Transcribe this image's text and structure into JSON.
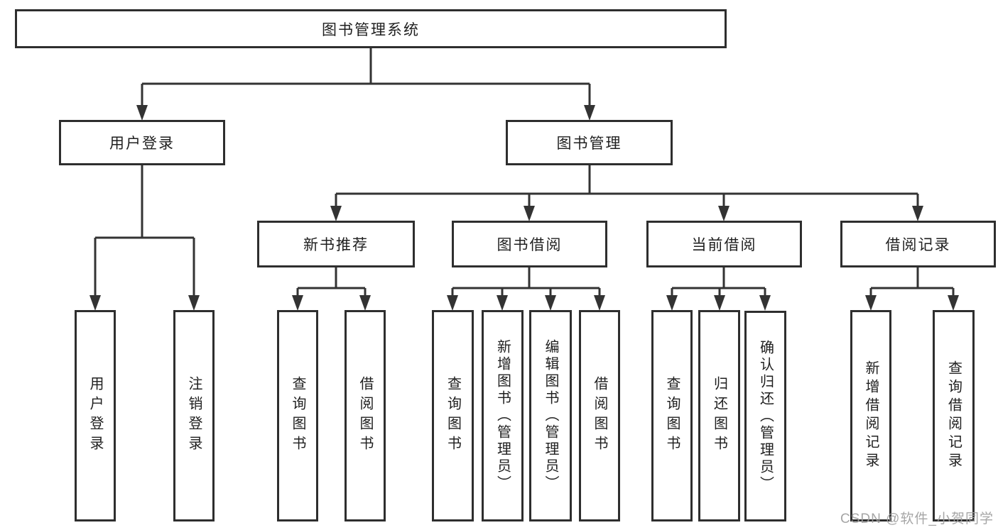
{
  "title": "图书管理系统",
  "nodes": {
    "root": {
      "label": "图书管理系统"
    },
    "level2": {
      "user_login": {
        "label": "用户登录"
      },
      "book_management": {
        "label": "图书管理"
      }
    },
    "level3": {
      "new_book_recommend": {
        "label": "新书推荐"
      },
      "book_borrowing": {
        "label": "图书借阅"
      },
      "current_borrowing": {
        "label": "当前借阅"
      },
      "borrowing_records": {
        "label": "借阅记录"
      }
    },
    "leaves": {
      "user_login": {
        "label": "用户登录"
      },
      "logout": {
        "label": "注销登录"
      },
      "recommend_query_books": {
        "label": "查询图书"
      },
      "recommend_borrow_books": {
        "label": "借阅图书"
      },
      "borrowing_query_books": {
        "label": "查询图书"
      },
      "borrowing_add_books": {
        "label": "新增图书（管理员）"
      },
      "borrowing_edit_books": {
        "label": "编辑图书（管理员）"
      },
      "borrowing_borrow_books": {
        "label": "借阅图书"
      },
      "current_query_books": {
        "label": "查询图书"
      },
      "current_return_books": {
        "label": "归还图书"
      },
      "current_confirm_return": {
        "label": "确认归还（管理员）"
      },
      "records_add_record": {
        "label": "新增借阅记录"
      },
      "records_query_record": {
        "label": "查询借阅记录"
      }
    }
  },
  "watermark": "CSDN @软件_小贺同学",
  "colors": {
    "line": "#333333",
    "box_border": "#2e2e2e",
    "box_fill": "#ffffff",
    "text": "#1f1f1f",
    "watermark": "#9e9e9e"
  }
}
